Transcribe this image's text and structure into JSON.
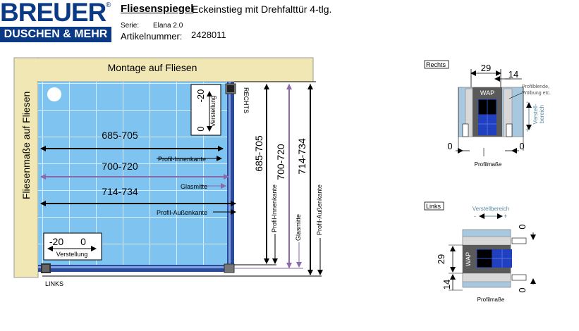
{
  "header": {
    "logo_brand": "BREUER",
    "logo_sub": "DUSCHEN & MEHR",
    "logo_reg": "®",
    "title_label": "Fliesenspiegel",
    "title_text": "Eckeinstieg mit Drehfalttür 4-tlg.",
    "series_label": "Serie:",
    "series_value": "Elana 2.0",
    "article_label": "Artikelnummer:",
    "article_value": "2428011"
  },
  "main": {
    "top_wall_label": "Montage auf Fliesen",
    "left_wall_label": "Fliesenmaße auf Fliesen",
    "adj_top_neg": "-20",
    "adj_top_zero": "0",
    "adj_top_label": "Verstellung",
    "rechts_label": "RECHTS",
    "links_label": "LINKS",
    "dim_inner": "685-705",
    "dim_glass": "700-720",
    "dim_outer": "714-734",
    "inner_edge_label": "Profil-Innenkante",
    "glass_center_label": "Glasmitte",
    "outer_edge_label": "Profil-Außenkante",
    "adj_bottom_neg": "-20",
    "adj_bottom_zero": "0",
    "adj_bottom_label": "Verstellung"
  },
  "detail_right": {
    "tag": "Rechts",
    "dim_29": "29",
    "dim_14": "14",
    "wap": "WAP",
    "note1": "Profilblende,",
    "note2": "Wölbung etc.",
    "adj_minus": "-",
    "adj_plus": "+",
    "adj_label1": "Verstell-",
    "adj_label2": "bereich",
    "zero_left": "0",
    "zero_right": "0",
    "caption": "Profilmaße"
  },
  "detail_left": {
    "tag": "Links",
    "adj_label": "Verstellbereich",
    "adj_minus": "-",
    "adj_plus": "+",
    "zero_top": "0",
    "zero_bottom": "0",
    "dim_29": "29",
    "dim_14": "14",
    "wap": "WAP",
    "caption": "Profilmaße"
  },
  "colors": {
    "brand": "#0a3a85",
    "wall": "#f0e7b4",
    "tile": "#7fc3f0",
    "profile": "#2a4a9a"
  }
}
